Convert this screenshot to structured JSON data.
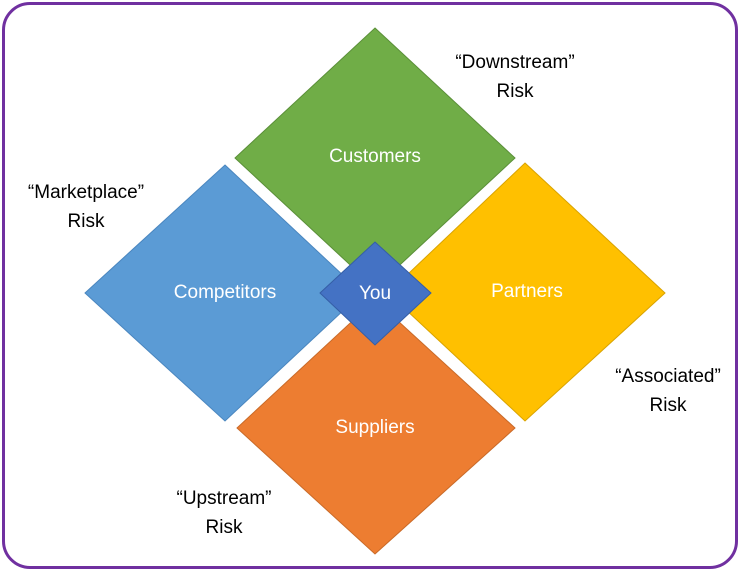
{
  "colors": {
    "frame": "#7030a0",
    "customers": "#70ad47",
    "competitors": "#5b9bd5",
    "partners": "#ffc000",
    "suppliers": "#ed7d31",
    "you": "#4472c4"
  },
  "quadrants": {
    "customers": "Customers",
    "competitors": "Competitors",
    "partners": "Partners",
    "suppliers": "Suppliers",
    "center": "You"
  },
  "risks": {
    "downstream": {
      "name": "“Downstream”",
      "word": "Risk"
    },
    "marketplace": {
      "name": "“Marketplace”",
      "word": "Risk"
    },
    "associated": {
      "name": "“Associated”",
      "word": "Risk"
    },
    "upstream": {
      "name": "“Upstream”",
      "word": "Risk"
    }
  }
}
